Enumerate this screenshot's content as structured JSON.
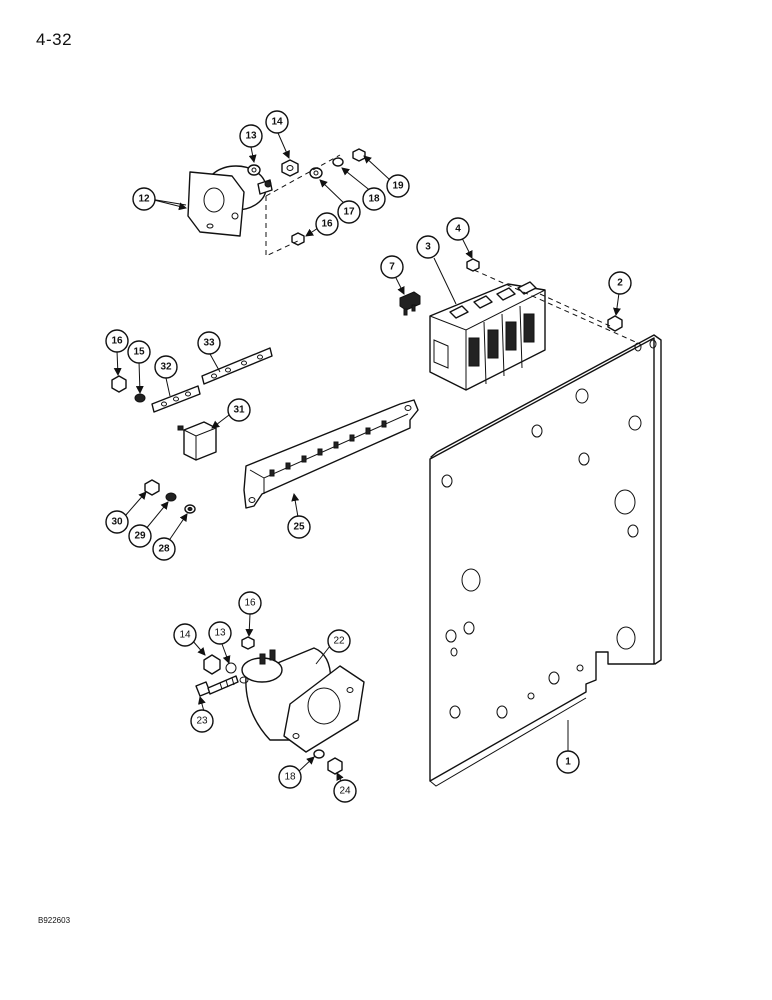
{
  "page": {
    "number": "4-32",
    "reference_code": "B922603"
  },
  "callouts": {
    "c1": "1",
    "c2": "2",
    "c3": "3",
    "c4": "4",
    "c7": "7",
    "c12": "12",
    "c13a": "13",
    "c14a": "14",
    "c16a": "16",
    "c17": "17",
    "c18a": "18",
    "c19": "19",
    "c16b": "16",
    "c15": "15",
    "c32": "32",
    "c33": "33",
    "c31": "31",
    "c25": "25",
    "c30": "30",
    "c29": "29",
    "c28": "28",
    "c16c": "16",
    "c14b": "14",
    "c13b": "13",
    "c22": "22",
    "c23": "23",
    "c18b": "18",
    "c24": "24"
  }
}
